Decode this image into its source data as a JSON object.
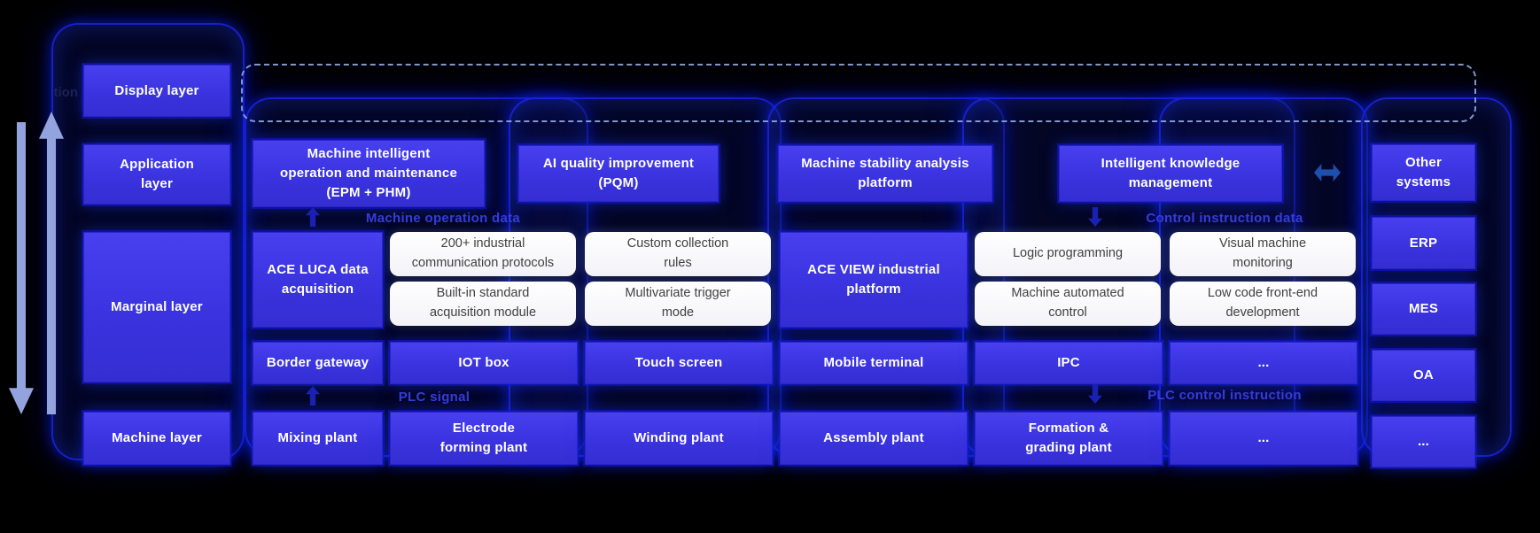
{
  "colors": {
    "background": "#000000",
    "box_blue": "#3b35e3",
    "glow_blue": "#0d18e8",
    "white_box_text": "#414141",
    "flow_label_blue": "#353cdb",
    "side_arrow": "#93a3de",
    "link_arrow": "#1d4fae",
    "dashed_border": "#8fa7e0"
  },
  "sidebar": {
    "partial_label": "tion",
    "layers": [
      "Display layer",
      "Application\nlayer",
      "Marginal layer",
      "Machine layer"
    ]
  },
  "application_row": [
    "Machine intelligent\noperation and maintenance\n(EPM + PHM)",
    "AI quality improvement\n(PQM)",
    "Machine stability analysis\nplatform",
    "Intelligent knowledge\nmanagement"
  ],
  "flow_labels": {
    "machine_operation_data": "Machine operation data",
    "control_instruction_data": "Control instruction data",
    "plc_signal": "PLC signal",
    "plc_control_instruction": "PLC control instruction"
  },
  "marginal_row": {
    "ace_luca": "ACE LUCA data\nacquisition",
    "acquisition_features": [
      "200+ industrial\ncommunication protocols",
      "Built-in standard\nacquisition module",
      "Custom collection\nrules",
      "Multivariate trigger\nmode"
    ],
    "ace_view": "ACE VIEW industrial\nplatform",
    "platform_features": [
      "Logic programming",
      "Machine automated\ncontrol",
      "Visual machine\nmonitoring",
      "Low code front-end\ndevelopment"
    ]
  },
  "device_row": [
    "Border gateway",
    "IOT box",
    "Touch screen",
    "Mobile terminal",
    "IPC",
    "..."
  ],
  "machine_row": [
    "Mixing plant",
    "Electrode\nforming plant",
    "Winding plant",
    "Assembly plant",
    "Formation &\ngrading plant",
    "..."
  ],
  "external_systems": [
    "Other\nsystems",
    "ERP",
    "MES",
    "OA",
    "..."
  ]
}
